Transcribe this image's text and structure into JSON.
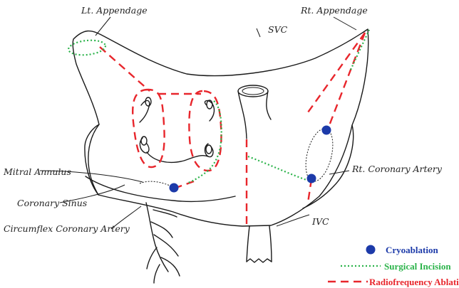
{
  "labels": {
    "lt_appendage": "Lt. Appendage",
    "rt_appendage": "Rt. Appendage",
    "svc": "SVC",
    "mitral_annulus": "Mitral Annulus",
    "rt_coronary_artery": "Rt. Coronary Artery",
    "coronary_sinus": "Coronary Sinus",
    "ivc": "IVC",
    "circumflex_coronary_artery": "Circumflex Coronary Artery"
  },
  "legend": {
    "cryoablation": "Cryoablation",
    "surgical_incision": "Surgical Incision",
    "radiofrequency_ablation": "Radiofrequency Ablation"
  },
  "colors": {
    "cryoablation": "#1c3aa9",
    "surgical_incision": "#2bb34a",
    "radiofrequency_ablation": "#e8262c"
  }
}
